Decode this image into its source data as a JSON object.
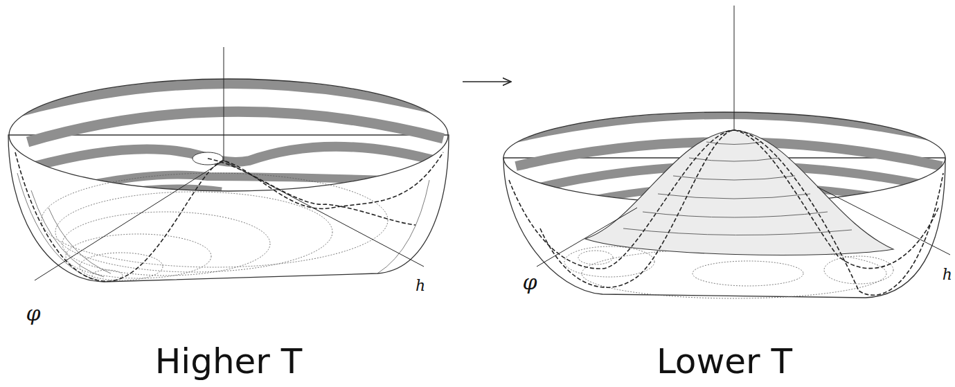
{
  "diagram": {
    "labels": [
      "φ",
      "h",
      "Higher T",
      "φ",
      "h",
      "Lower T"
    ]
  }
}
